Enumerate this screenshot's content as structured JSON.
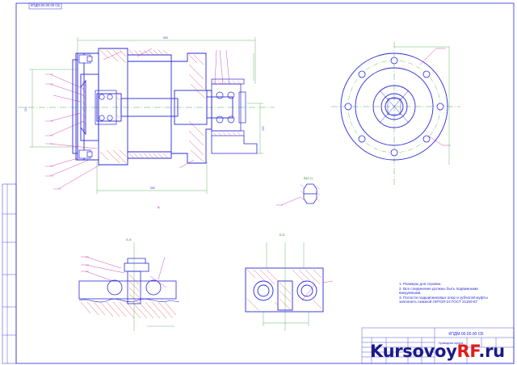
{
  "stamp": "КПДМ.00.00.00 СБ",
  "notes": [
    "1. Размеры для справок.",
    "2. Все соединения должны быть подвижными вакуумными.",
    "3. Полости подшипниковых опор и зубчатой муфты заполнить смазкой ЛИТОЛ-24 ГОСТ 21150-87"
  ],
  "title_block": {
    "code": "КПДМ.00.00.00 СБ",
    "name": "Приводная муфта"
  },
  "section_labels": {
    "aa": "А-А",
    "bb": "Б-Б",
    "v": "В(2:1)"
  },
  "brand": {
    "part1": "Kursovoy",
    "part2": "RF",
    "part3": ".ru"
  },
  "colors": {
    "line": "#2a2ad8",
    "leader": "#c000a0",
    "hatch": "#e0606a",
    "dim": "#2a9a2a",
    "brand_red": "#e01a1a",
    "brand_blue": "#1a1a8a"
  }
}
